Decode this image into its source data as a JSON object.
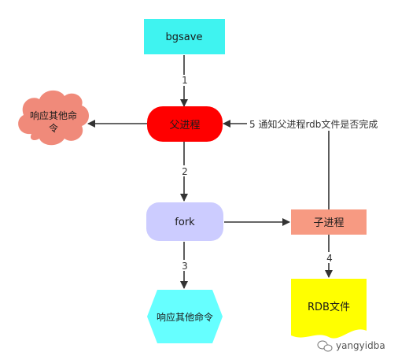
{
  "colors": {
    "bgsave_fill": "#3FF3F0",
    "parent_fill": "#FF0000",
    "fork_fill": "#CCCCFF",
    "child_fill": "#F79A82",
    "rdb_fill": "#FFFF00",
    "hexagon_fill": "#66FFFF",
    "cloud_fill": "#F08A7A",
    "arrow": "#333333"
  },
  "nodes": {
    "bgsave": "bgsave",
    "parent": "父进程",
    "fork": "fork",
    "child": "子进程",
    "rdb": "RDB文件",
    "cloud_line1": "响应其他命",
    "cloud_line2": "令",
    "hexagon": "响应其他命令"
  },
  "edges": {
    "e1": "1",
    "e2": "2",
    "e3": "3",
    "e4": "4",
    "e5": "5 通知父进程rdb文件是否完成"
  },
  "watermark": {
    "text": "yangyidba",
    "icon": "wechat-icon"
  }
}
